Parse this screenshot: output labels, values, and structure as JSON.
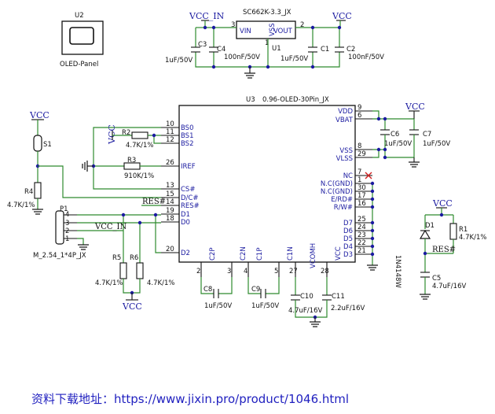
{
  "oled_panel": {
    "ref": "U2",
    "value": "OLED-Panel"
  },
  "regulator": {
    "ref": "U1",
    "value": "SC662K-3.3_JX",
    "pins": [
      {
        "num": "3",
        "name": "VIN"
      },
      {
        "num": "2",
        "name": "VOUT"
      },
      {
        "num": "1",
        "name": "VSS"
      }
    ]
  },
  "power_labels": {
    "vcc_in": "VCC_IN",
    "vcc": "VCC"
  },
  "reg_caps": [
    {
      "ref": "C3",
      "value": "1uF/50V"
    },
    {
      "ref": "C4",
      "value": "100nF/50V"
    },
    {
      "ref": "C1",
      "value": "1uF/50V"
    },
    {
      "ref": "C2",
      "value": "100nF/50V"
    }
  ],
  "oled_module": {
    "ref": "U3",
    "value": "0.96-OLED-30Pin_JX",
    "left_pins": [
      {
        "num": "10",
        "name": "BS0"
      },
      {
        "num": "11",
        "name": "BS1"
      },
      {
        "num": "12",
        "name": "BS2"
      },
      {
        "num": "26",
        "name": "IREF"
      },
      {
        "num": "13",
        "name": "CS#"
      },
      {
        "num": "15",
        "name": "D/C#"
      },
      {
        "num": "14",
        "name": "RES#"
      },
      {
        "num": "19",
        "name": "D1"
      },
      {
        "num": "18",
        "name": "D0"
      },
      {
        "num": "20",
        "name": "D2"
      }
    ],
    "right_pins": [
      {
        "num": "9",
        "name": "VDD"
      },
      {
        "num": "6",
        "name": "VBAT"
      },
      {
        "num": "8",
        "name": "VSS"
      },
      {
        "num": "29",
        "name": "VLSS"
      },
      {
        "num": "7",
        "name": "NC"
      },
      {
        "num": "1",
        "name": "N.C(GND)"
      },
      {
        "num": "30",
        "name": "N.C(GND)"
      },
      {
        "num": "17",
        "name": "E/RD#"
      },
      {
        "num": "16",
        "name": "R/W#"
      },
      {
        "num": "25",
        "name": "D7"
      },
      {
        "num": "24",
        "name": "D6"
      },
      {
        "num": "23",
        "name": "D5"
      },
      {
        "num": "22",
        "name": "D4"
      },
      {
        "num": "21",
        "name": "D3"
      }
    ],
    "bottom_pins": [
      {
        "num": "2",
        "name": "C2P"
      },
      {
        "num": "3",
        "name": "C2N"
      },
      {
        "num": "4",
        "name": "C1P"
      },
      {
        "num": "5",
        "name": "C1N"
      },
      {
        "num": "27",
        "name": "VCOMH"
      },
      {
        "num": "28",
        "name": "VCC"
      }
    ]
  },
  "resistors": [
    {
      "ref": "R2",
      "value": "4.7K/1%"
    },
    {
      "ref": "R3",
      "value": "910K/1%"
    },
    {
      "ref": "R4",
      "value": "4.7K/1%"
    },
    {
      "ref": "R5",
      "value": "4.7K/1%"
    },
    {
      "ref": "R6",
      "value": "4.7K/1%"
    },
    {
      "ref": "R1",
      "value": "4.7K/1%"
    }
  ],
  "switch": {
    "ref": "S1"
  },
  "connector": {
    "ref": "P1",
    "value": "M_2.54_1*4P_JX",
    "pins": [
      "4",
      "3",
      "2",
      "1"
    ],
    "net_vcc_in": "VCC_IN"
  },
  "net_res": "RES#",
  "bottom_caps": [
    {
      "ref": "C8",
      "value": "1uF/50V"
    },
    {
      "ref": "C9",
      "value": "1uF/50V"
    },
    {
      "ref": "C10",
      "value": "4.7uF/16V"
    },
    {
      "ref": "C11",
      "value": "2.2uF/16V"
    }
  ],
  "right_caps": [
    {
      "ref": "C6",
      "value": "1uF/50V"
    },
    {
      "ref": "C7",
      "value": "1uF/50V"
    }
  ],
  "reset_circuit": {
    "diode_ref": "D1",
    "diode_value": "1N4148W",
    "cap_ref": "C5",
    "cap_value": "4.7uF/16V",
    "net": "RES#"
  },
  "footer": "资料下载地址：https://www.jixin.pro/product/1046.html"
}
